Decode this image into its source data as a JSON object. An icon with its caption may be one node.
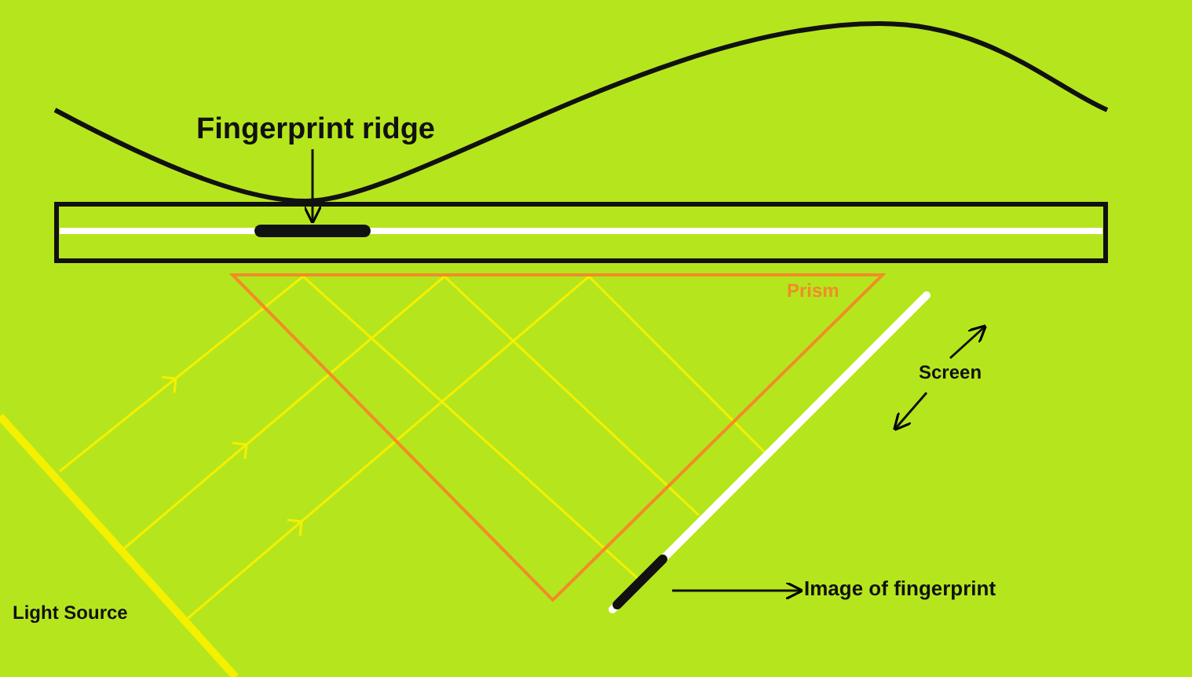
{
  "diagram": {
    "nodes": [
      {
        "text": [
          "Fingerprint ridge"
        ]
      },
      {
        "text": [],
        "shape": "bar"
      },
      {
        "text": [
          "Prism"
        ]
      },
      {
        "text": [],
        "shape": "bar"
      },
      {
        "text": [
          "Image of fingerprint"
        ]
      }
    ],
    "edges": [
      {
        "from": 0,
        "to": 1,
        "arrow": "to"
      },
      {
        "from": 3,
        "to": 4,
        "arrow": "to"
      }
    ],
    "labels": [
      "Screen",
      "Light Source"
    ]
  }
}
